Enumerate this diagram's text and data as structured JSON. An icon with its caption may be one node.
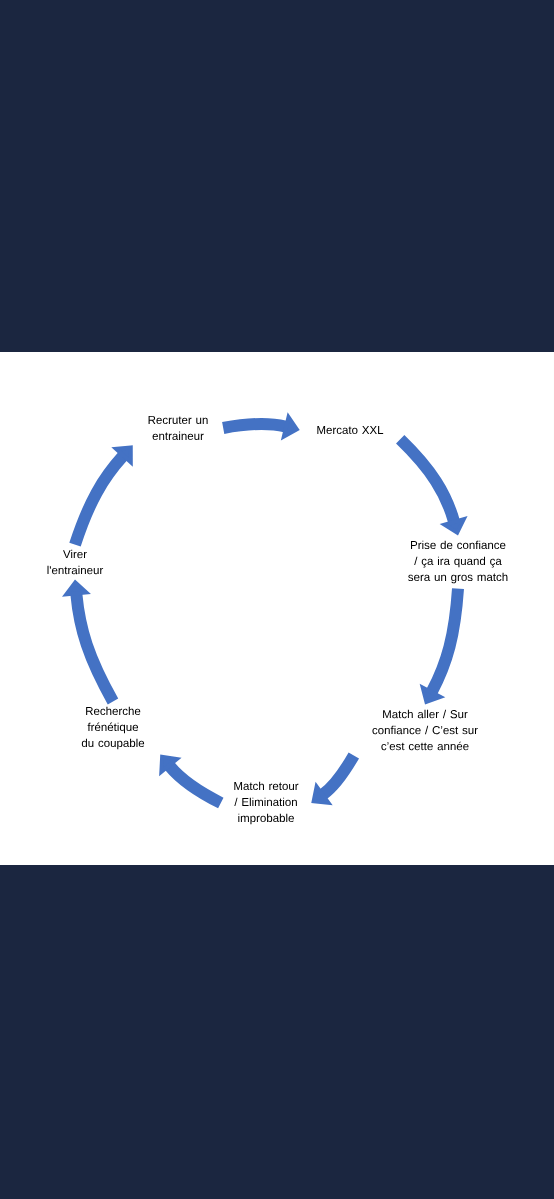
{
  "diagram": {
    "nodes": [
      {
        "text": [
          "Recruter un entraineur"
        ]
      },
      {
        "text": [
          "Mercato XXL"
        ]
      },
      {
        "text": [
          "Prise de confiance / ça ira quand ça sera un gros match"
        ]
      },
      {
        "text": [
          "Match aller / Sur confiance / C’est sur c’est cette année"
        ]
      },
      {
        "text": [
          "Match retour / Elimination improbable"
        ]
      },
      {
        "text": [
          "Recherche frénétique du coupable"
        ]
      },
      {
        "text": [
          "Virer l'entraineur"
        ]
      }
    ],
    "edges": [
      {
        "from": 0,
        "to": 1,
        "arrow": "to"
      },
      {
        "from": 1,
        "to": 2,
        "arrow": "to"
      },
      {
        "from": 2,
        "to": 3,
        "arrow": "to"
      },
      {
        "from": 3,
        "to": 4,
        "arrow": "to"
      },
      {
        "from": 4,
        "to": 5,
        "arrow": "to"
      },
      {
        "from": 5,
        "to": 6,
        "arrow": "to"
      },
      {
        "from": 6,
        "to": 0,
        "arrow": "to"
      }
    ]
  }
}
